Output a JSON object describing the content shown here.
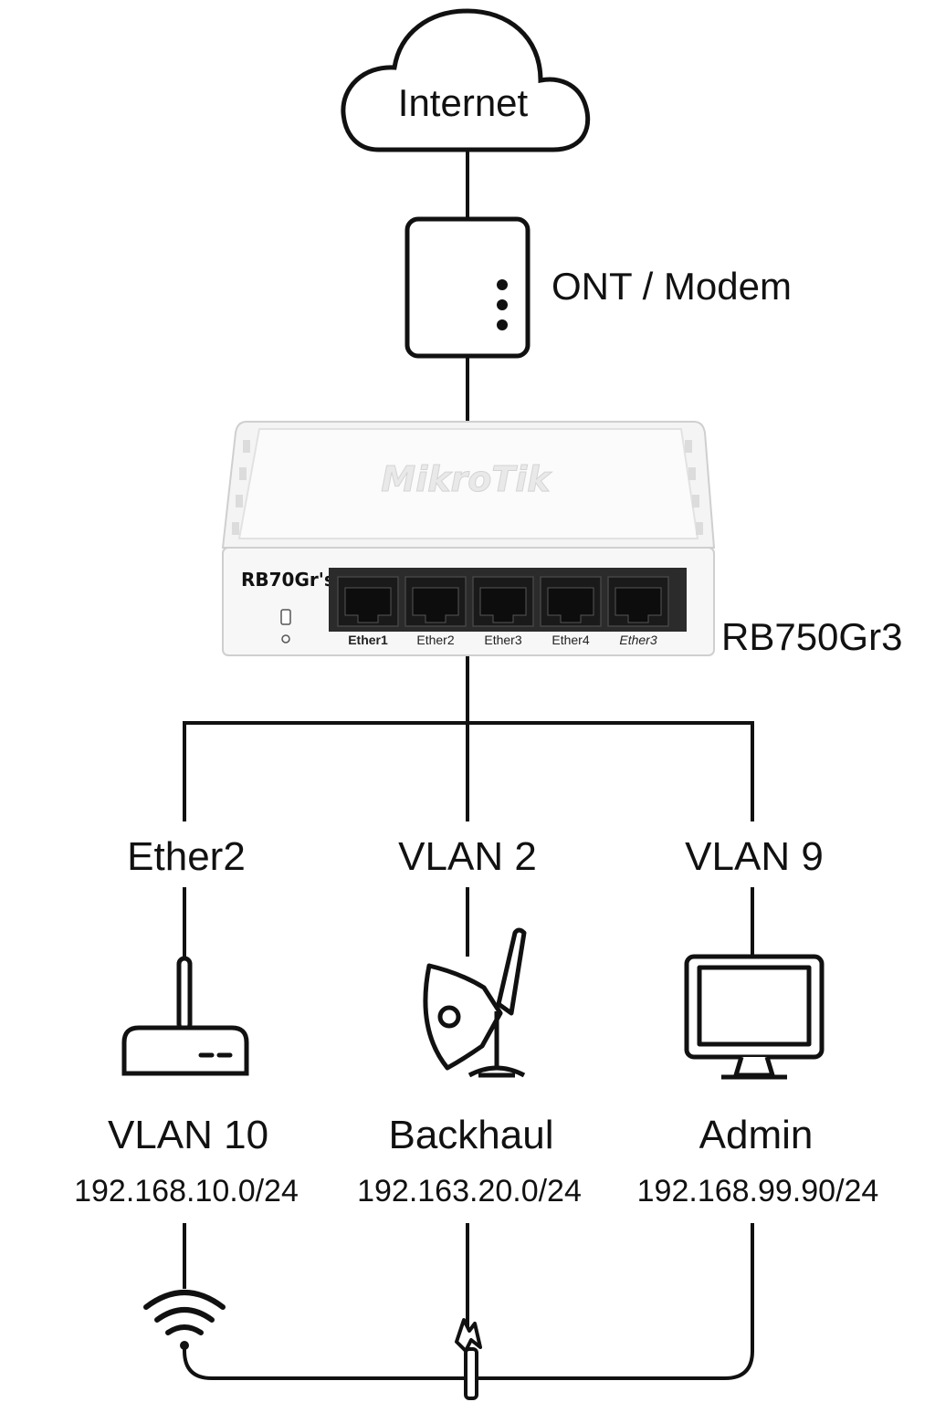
{
  "internet": {
    "label": "Internet"
  },
  "modem": {
    "label": "ONT / Modem"
  },
  "router": {
    "logo": "MikroTik",
    "brand": "RB70Gr's",
    "model": "RB750Gr3",
    "ports": [
      "Ether1",
      "Ether2",
      "Ether3",
      "Ether4",
      "Ether3"
    ]
  },
  "branches": [
    {
      "link": "Ether2",
      "name": "VLAN 10",
      "subnet": "192.168.10.0/24",
      "device_icon": "wifi-router-icon",
      "end_icon": "wifi-icon"
    },
    {
      "link": "VLAN 2",
      "name": "Backhaul",
      "subnet": "192.163.20.0/24",
      "device_icon": "sector-antenna-icon",
      "end_icon": "lightning-icon"
    },
    {
      "link": "VLAN 9",
      "name": "Admin",
      "subnet": "192.168.99.90/24",
      "device_icon": "monitor-icon",
      "end_icon": ""
    }
  ],
  "colors": {
    "line": "#111111",
    "router_body": "#f7f7f7",
    "port": "#2b2b2b"
  }
}
